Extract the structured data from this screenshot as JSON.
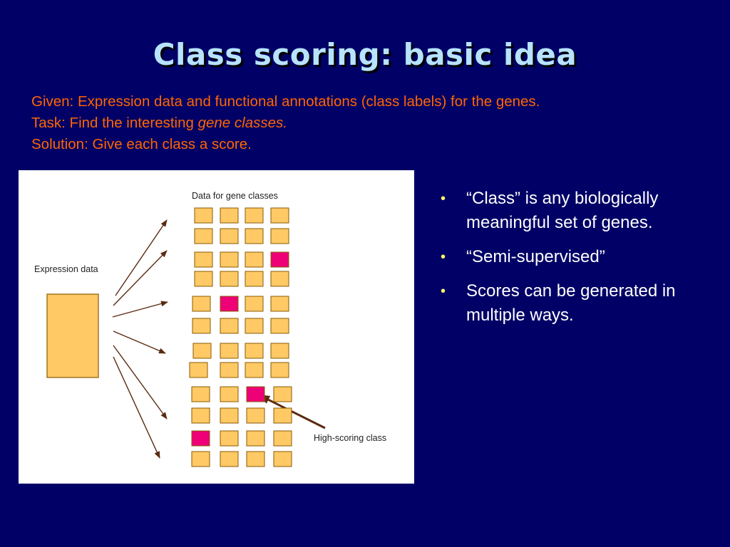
{
  "title": "Class scoring: basic idea",
  "intro": {
    "given": "Given: Expression data and functional annotations  (class labels) for the genes.",
    "task_prefix": "Task: Find the interesting ",
    "task_emphasis": "gene classes.",
    "solution": "Solution: Give each class a score."
  },
  "figure": {
    "expression_label": "Expression data",
    "classes_label": "Data for gene classes",
    "high_scoring_label": "High-scoring class",
    "colors": {
      "box_fill": "#ffc966",
      "box_stroke": "#8a5a00",
      "highlight_fill": "#ee0077",
      "arrow": "#5a2a10"
    }
  },
  "bullets": [
    "“Class” is any biologically meaningful set of genes.",
    "“Semi-supervised”",
    "Scores can be generated in multiple ways."
  ],
  "colors": {
    "background": "#000066",
    "title": "#b7e3ff",
    "intro_text": "#ff6600",
    "bullet_text": "#ffffff",
    "bullet_marker": "#ffff66"
  }
}
